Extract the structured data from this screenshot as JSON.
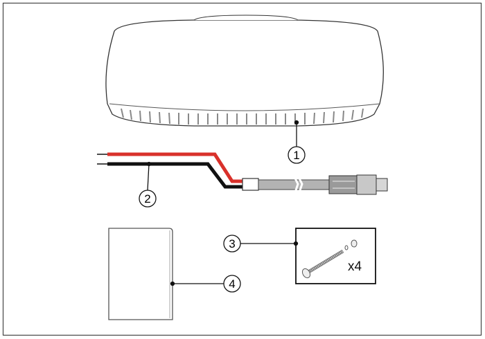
{
  "callouts": [
    {
      "number": "1",
      "item": "radome-scanner"
    },
    {
      "number": "2",
      "item": "power-cable"
    },
    {
      "number": "3",
      "item": "mounting-bolts"
    },
    {
      "number": "4",
      "item": "documentation"
    }
  ],
  "quantity_label": "x4",
  "colors": {
    "red_wire": "#d9312b",
    "black_wire": "#111111",
    "cable_grey": "#b3b3b3",
    "outline": "#222222"
  }
}
